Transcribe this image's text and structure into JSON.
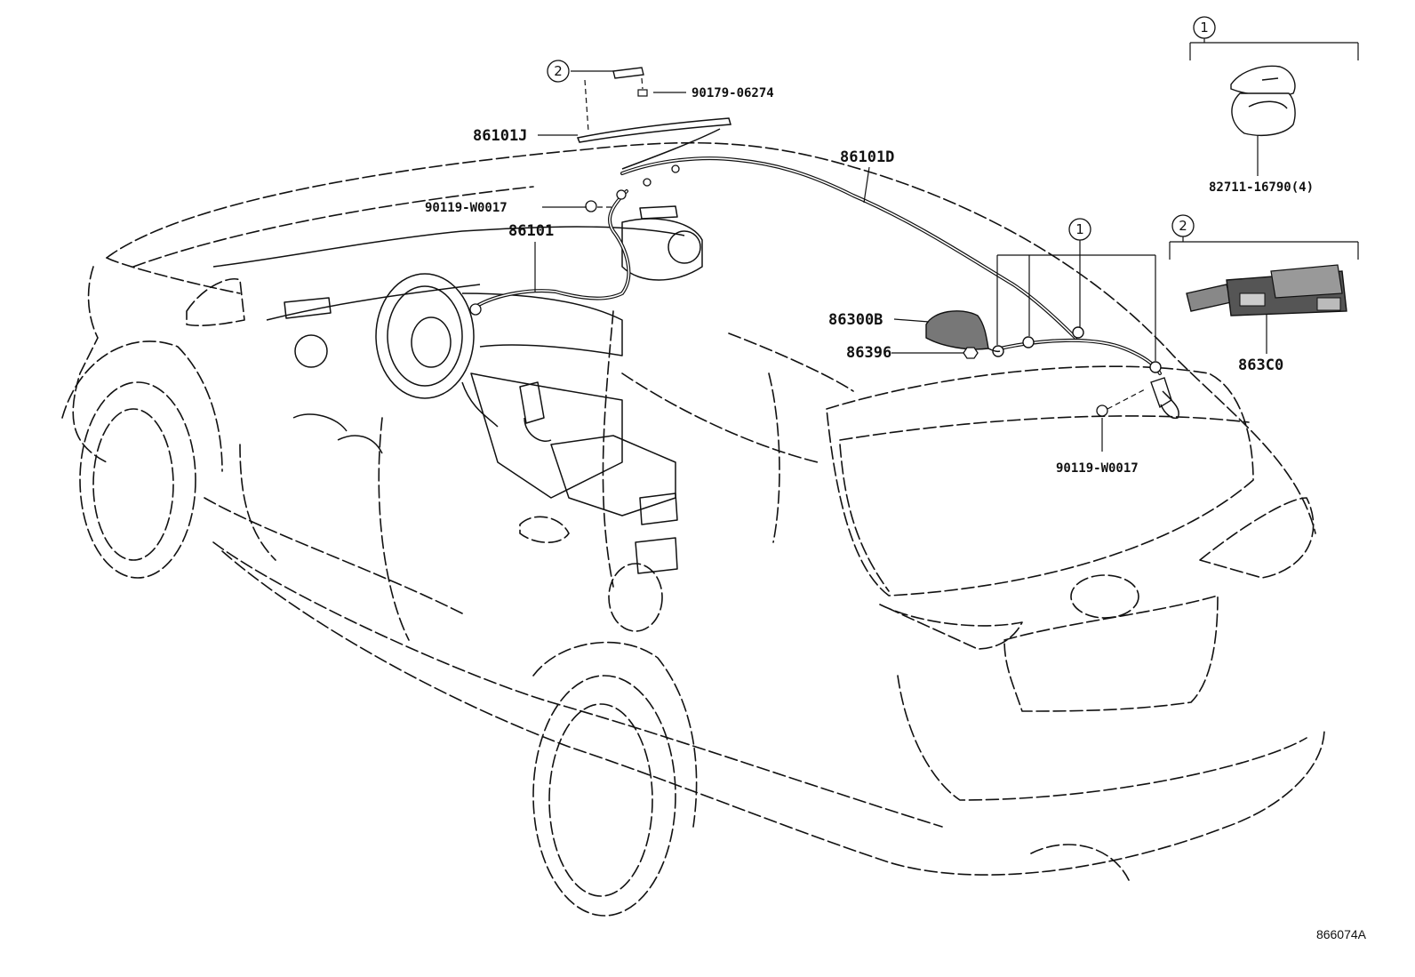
{
  "diagram": {
    "figure_id": "866074A",
    "callout_refs": {
      "one": "1",
      "two": "2"
    },
    "parts": {
      "p86101J": "86101J",
      "p90179_06274": "90179-06274",
      "p90119_W0017_front": "90119-W0017",
      "p86101": "86101",
      "p86101D": "86101D",
      "p86300B": "86300B",
      "p86396": "86396",
      "p90119_W0017_rear": "90119-W0017",
      "p82711_16790": "82711-16790(4)",
      "p863C0": "863C0"
    }
  }
}
